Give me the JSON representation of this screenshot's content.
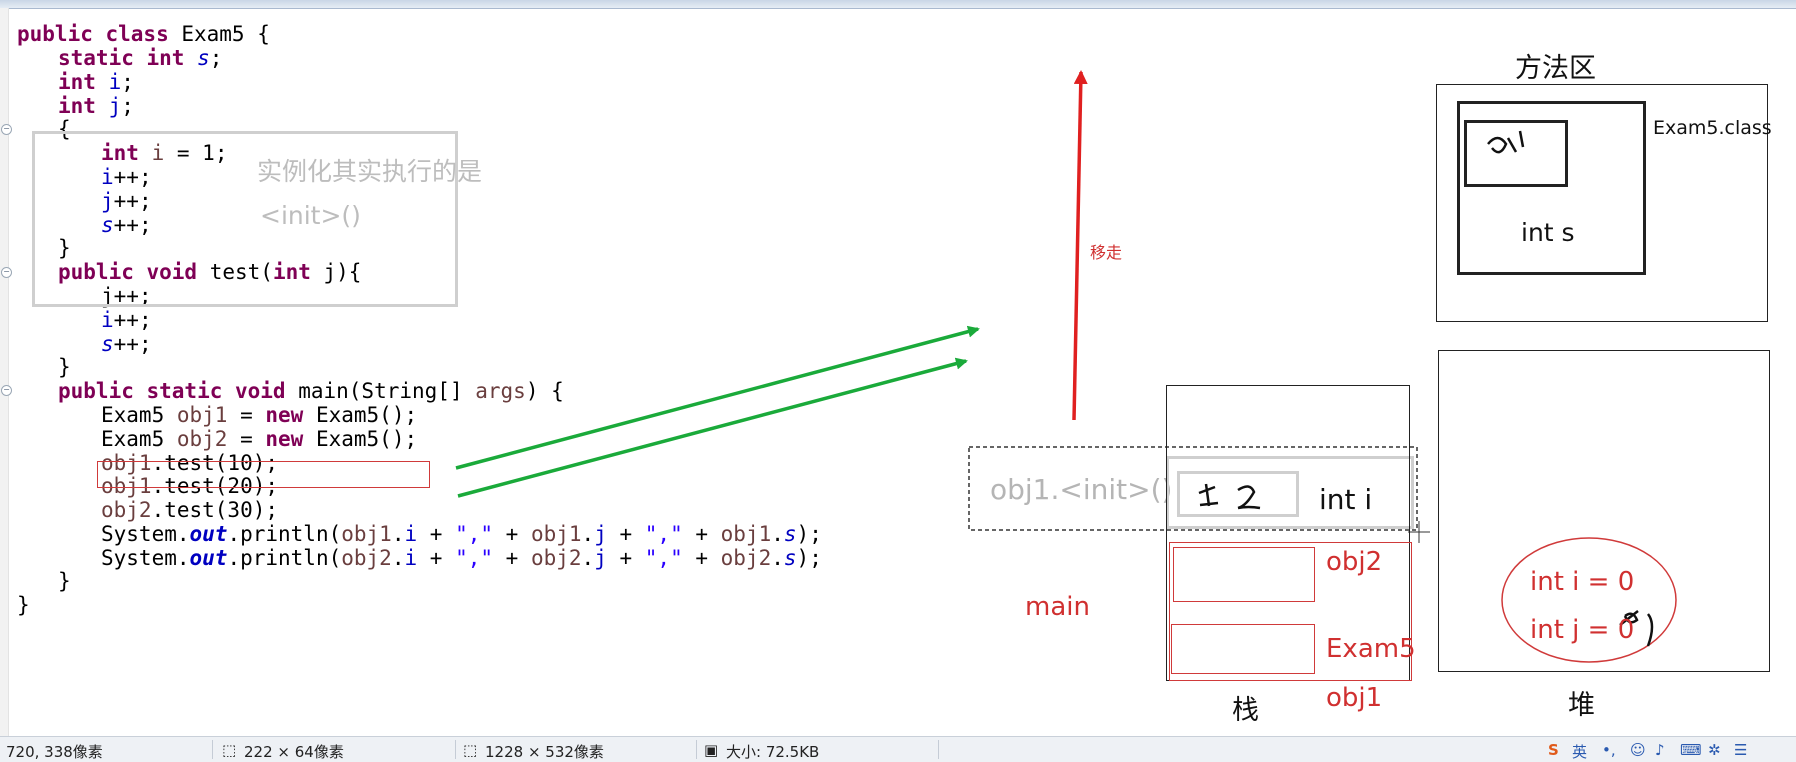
{
  "code": {
    "lines": [
      "public class Exam5 {",
      "static int s;",
      "int i;",
      "int j;",
      "{",
      "int i = 1;",
      "i++;",
      "j++;",
      "s++;",
      "}",
      "public void test(int j){",
      "j++;",
      "i++;",
      "s++;",
      "}",
      "public static void main(String[] args) {",
      "Exam5 obj1 = new Exam5();",
      "Exam5 obj2 = new Exam5();",
      "obj1.test(10);",
      "obj1.test(20);",
      "obj2.test(30);",
      "System.out.println(obj1.i + \",\" + obj1.j + \",\" + obj1.s);",
      "System.out.println(obj2.i + \",\" + obj2.j + \",\" + obj2.s);",
      "}",
      "}"
    ]
  },
  "annotations": {
    "init_note_line1": "实例化其实执行的是",
    "init_note_line2": "<init>()",
    "move_away": "移走",
    "init_frame": "obj1.<init>()",
    "init_frame_value": "1 2",
    "init_frame_var": "int i",
    "main_label": "main",
    "stack_obj2": "obj2",
    "stack_exam5": "Exam5",
    "stack_obj1": "obj1",
    "stack_label": "栈",
    "method_area_title": "方法区",
    "class_name": "Exam5.class",
    "static_value": "0 1",
    "static_var": "int s",
    "heap_label": "堆",
    "heap_field_i": "int i = 0",
    "heap_field_j": "int j = 0",
    "heap_field_j_edit": "1"
  },
  "colors": {
    "keyword": "#7f0055",
    "field": "#0000c0",
    "string": "#2a00ff",
    "arrow_green": "#1aaa3a",
    "arrow_red": "#e02020",
    "annotation_red": "#d03030",
    "note_grey": "#bdbdbd"
  },
  "statusbar": {
    "cursor_pos": "720, 338像素",
    "selection_size": "222 × 64像素",
    "image_size": "1228 × 532像素",
    "file_size": "大小: 72.5KB",
    "ime_label": "英"
  }
}
